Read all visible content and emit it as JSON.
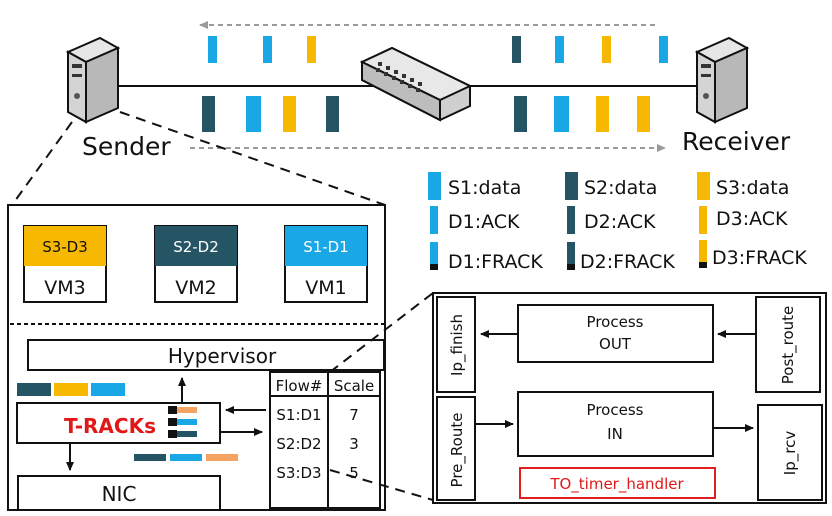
{
  "top": {
    "sender_label": "Sender",
    "receiver_label": "Receiver"
  },
  "legend": {
    "s1_data": "S1:data",
    "s2_data": "S2:data",
    "s3_data": "S3:data",
    "d1_ack": "D1:ACK",
    "d2_ack": "D2:ACK",
    "d3_ack": "D3:ACK",
    "d1_frack": "D1:FRACK",
    "d2_frack": "D2:FRACK",
    "d3_frack": "D3:FRACK"
  },
  "host": {
    "vms": [
      {
        "flow": "S3-D3",
        "name": "VM3"
      },
      {
        "flow": "S2-D2",
        "name": "VM2"
      },
      {
        "flow": "S1-D1",
        "name": "VM1"
      }
    ],
    "hypervisor_label": "Hypervisor",
    "tracks_label": "T-RACKs",
    "nic_label": "NIC",
    "table": {
      "headers": [
        "Flow#",
        "Scale"
      ],
      "rows": [
        {
          "flow": "S1:D1",
          "scale": "7"
        },
        {
          "flow": "S2:D2",
          "scale": "3"
        },
        {
          "flow": "S3:D3",
          "scale": "5"
        }
      ]
    }
  },
  "netfilter": {
    "ip_finish": "Ip_finish",
    "post_route": "Post_route",
    "pre_route": "Pre_Route",
    "ip_rcv": "Ip_rcv",
    "process_out_line1": "Process",
    "process_out_line2": "OUT",
    "process_in_line1": "Process",
    "process_in_line2": "IN",
    "timer_handler": "TO_timer_handler"
  },
  "colors": {
    "s1": "#1aa7e6",
    "s2": "#255564",
    "s3": "#f6b800",
    "timer_border": "#e02020",
    "tracks_text": "#e01818"
  }
}
